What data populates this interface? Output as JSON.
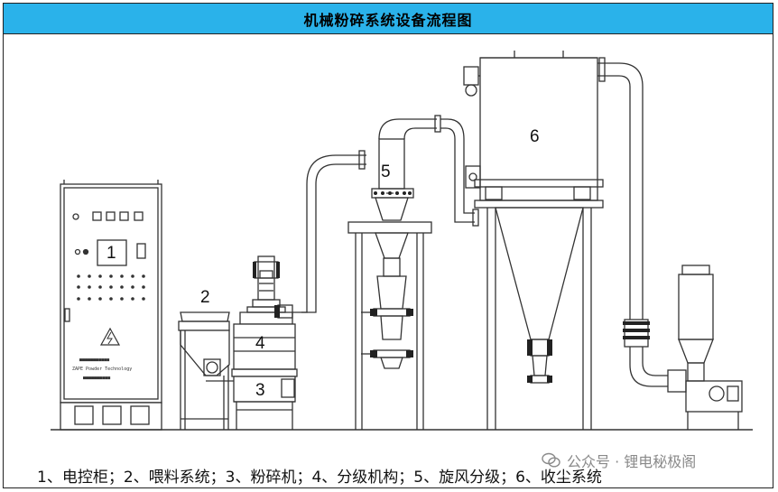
{
  "title": "机械粉碎系统设备流程图",
  "labels": {
    "n1": "1",
    "n2": "2",
    "n3": "3",
    "n4": "4",
    "n5": "5",
    "n6": "6"
  },
  "panel_text": {
    "line1": "■■■■■■■■■■■",
    "line2": "ZAPE Powder Technology",
    "line3": "■■■■■■■■■■"
  },
  "legend": "1、电控柜；2、喂料系统；3、粉碎机；4、分级机构；5、旋风分级；6、收尘系统",
  "watermark": {
    "icon": "wechat-icon",
    "text": "公众号 · 锂电秘极阁"
  },
  "colors": {
    "title_bg": "#2ab2ea",
    "line": "#333333"
  }
}
